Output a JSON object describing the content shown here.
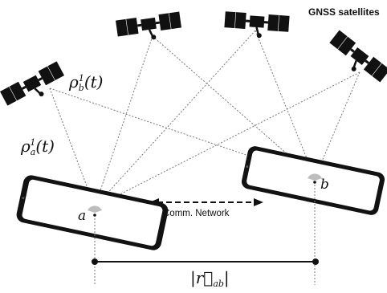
{
  "diagram": {
    "title": "GNSS satellites",
    "network_label": "Comm. Network",
    "rho_b": {
      "symbol": "ρ",
      "sub": "b",
      "sup": "1",
      "arg": "(t)"
    },
    "rho_a": {
      "symbol": "ρ",
      "sub": "a",
      "sup": "1",
      "arg": "(t)"
    },
    "receiver_a_label": "a",
    "receiver_b_label": "b",
    "baseline": {
      "prefix": "|",
      "vector": "r⃗",
      "sub": "ab",
      "suffix": "|"
    }
  },
  "colors": {
    "ink": "#111111",
    "phone_body": "#121212",
    "screen": "#ffffff",
    "antenna": "#bdbdbd"
  },
  "icons": [
    "satellite-icon",
    "smartphone-icon",
    "antenna-icon"
  ]
}
